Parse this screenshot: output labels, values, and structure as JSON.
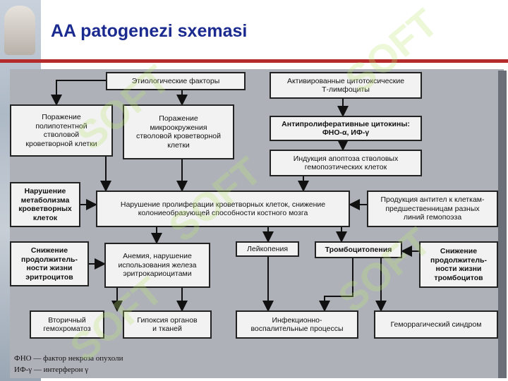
{
  "title": "AA patogenezi sxemasi",
  "boxes": {
    "etiology": "Этиологические факторы",
    "cytotoxic": "Активированные цитотоксические\nТ-лимфоциты",
    "polypotent": "Поражение\nполипотентной\nстволовой\nкроветворной клетки",
    "microenv": "Поражение\nмикроокружения\nстволовой кроветворной\nклетки",
    "antiprolif": "Антипролиферативные цитокины:\nФНО-α, ИФ-γ",
    "apoptosis": "Индукция апоптоза стволовых\nгемопоэтических клеток",
    "metabolism": "Нарушение\nметаболизма\nкроветворных\nклеток",
    "proliferation": "Нарушение пролиферации кроветворных клеток, снижение\nколониеобразующей способности костного мозга",
    "antibodies": "Продукция антител к клеткам-\nпредшественницам разных\nлиний гемопоэза",
    "erythro_life": "Снижение\nпродолжитель-\nности жизни\nэритроцитов",
    "anemia": "Анемия, нарушение\nиспользования железа\nэритрокариоцитами",
    "leukopenia": "Лейкопения",
    "thrombocytopenia": "Тромбоцитопения",
    "thrombo_life": "Снижение\nпродолжитель-\nности жизни\nтромбоцитов",
    "hemochromatosis": "Вторичный\nгемохроматоз",
    "hypoxia": "Гипоксия органов\nи тканей",
    "infection": "Инфекционно-\nвоспалительные процессы",
    "hemorrhagic": "Геморрагический синдром"
  },
  "legend": {
    "line1": "ФНО  —  фактор  некроза  опухоли",
    "line2": "ИФ-γ — интерферон γ"
  },
  "watermark": "SOFT"
}
